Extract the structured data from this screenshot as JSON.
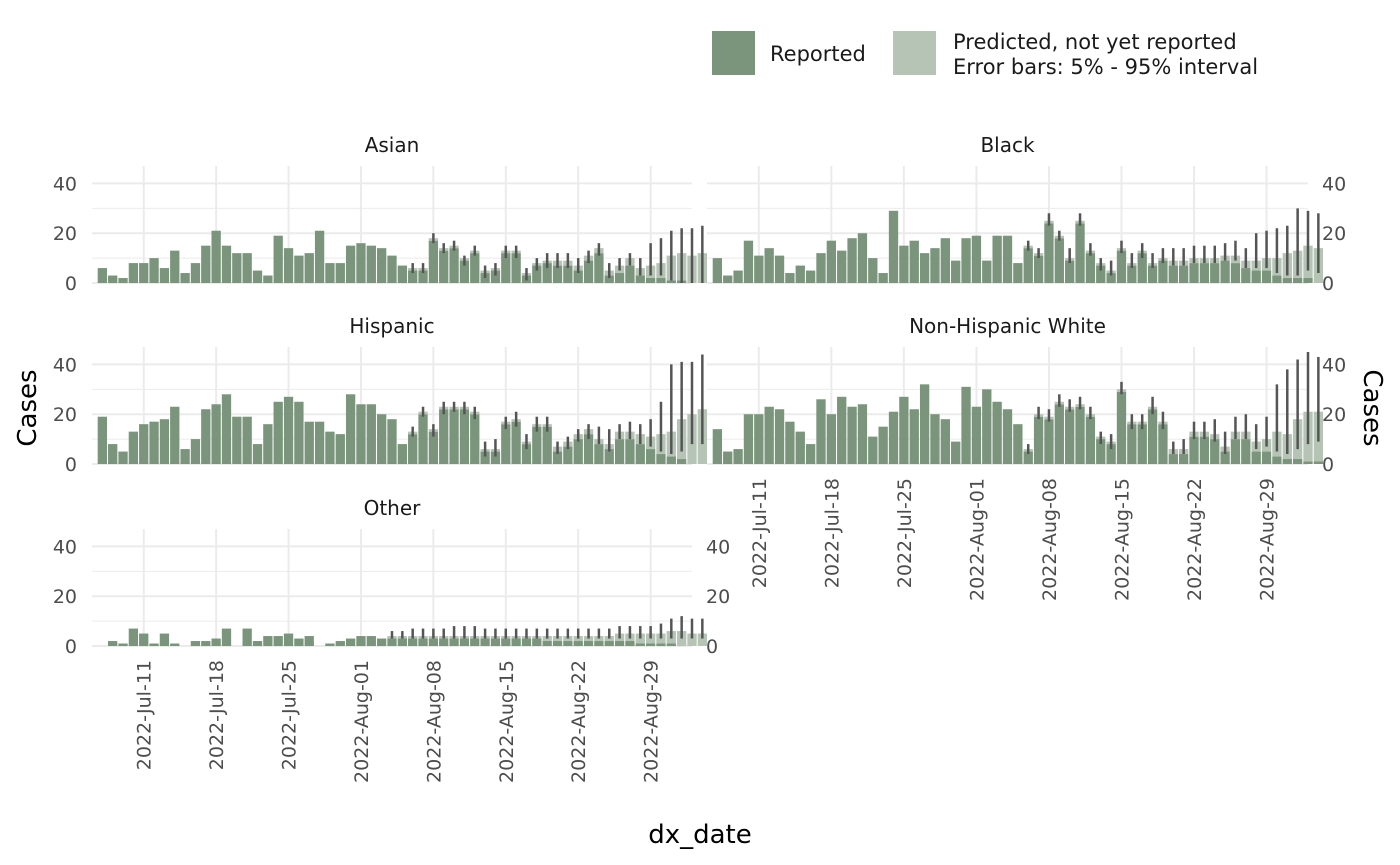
{
  "chart_data": {
    "type": "bar",
    "subtype": "faceted stacked bar with error bars",
    "x_label": "dx_date",
    "y_label": "Cases",
    "x_ticks": [
      "2022-Jul-11",
      "2022-Jul-18",
      "2022-Jul-25",
      "2022-Aug-01",
      "2022-Aug-08",
      "2022-Aug-15",
      "2022-Aug-22",
      "2022-Aug-29"
    ],
    "y_ticks": [
      0,
      20,
      40
    ],
    "ylim": [
      0,
      47
    ],
    "x_range": [
      "2022-Jul-06",
      "2022-Sep-02"
    ],
    "first_date": "2022-Jul-07",
    "legend": {
      "position": "top-right",
      "items": [
        {
          "key": "reported",
          "label": "Reported",
          "color": "#7b957d"
        },
        {
          "key": "predicted",
          "label_lines": [
            "Predicted, not yet reported",
            "Error bars: 5% - 95% interval"
          ],
          "color": "#b6c4b6"
        }
      ]
    },
    "colors": {
      "reported": "#7b957d",
      "predicted": "#b6c4b6",
      "error_bar": "#555555",
      "grid": "#ebebeb"
    },
    "grid": true,
    "panels": [
      {
        "name": "Asian",
        "reported": [
          6,
          3,
          2,
          8,
          8,
          10,
          6,
          13,
          4,
          8,
          15,
          21,
          15,
          12,
          12,
          5,
          3,
          19,
          14,
          11,
          12,
          21,
          8,
          8,
          15,
          16,
          15,
          14,
          11,
          7,
          5,
          5,
          17,
          13,
          14,
          9,
          12,
          4,
          5,
          12,
          12,
          3,
          7,
          8,
          7,
          7,
          5,
          9,
          12,
          3,
          4,
          7,
          3,
          2,
          2,
          1,
          1,
          0,
          0
        ],
        "predicted": [
          0,
          0,
          0,
          0,
          0,
          0,
          0,
          0,
          0,
          0,
          0,
          0,
          0,
          0,
          0,
          0,
          0,
          0,
          0,
          0,
          0,
          0,
          0,
          0,
          0,
          0,
          0,
          0,
          0,
          0,
          1,
          1,
          1,
          1,
          1,
          1,
          1,
          1,
          1,
          1,
          1,
          1,
          1,
          1,
          2,
          2,
          2,
          2,
          2,
          2,
          3,
          3,
          3,
          5,
          6,
          10,
          11,
          11,
          12
        ],
        "err_low": [
          null,
          null,
          null,
          null,
          null,
          null,
          null,
          null,
          null,
          null,
          null,
          null,
          null,
          null,
          null,
          null,
          null,
          null,
          null,
          null,
          null,
          null,
          null,
          null,
          null,
          null,
          null,
          null,
          null,
          null,
          4,
          4,
          16,
          12,
          13,
          7,
          11,
          2,
          3,
          10,
          10,
          1,
          5,
          6,
          6,
          6,
          4,
          8,
          11,
          2,
          5,
          7,
          3,
          3,
          3,
          1,
          0,
          0,
          0
        ],
        "err_high": [
          null,
          null,
          null,
          null,
          null,
          null,
          null,
          null,
          null,
          null,
          null,
          null,
          null,
          null,
          null,
          null,
          null,
          null,
          null,
          null,
          null,
          null,
          null,
          null,
          null,
          null,
          null,
          null,
          null,
          null,
          8,
          8,
          20,
          16,
          17,
          11,
          15,
          7,
          8,
          15,
          15,
          6,
          10,
          12,
          12,
          12,
          10,
          13,
          16,
          8,
          10,
          12,
          10,
          16,
          18,
          21,
          22,
          22,
          23
        ]
      },
      {
        "name": "Black",
        "reported": [
          10,
          3,
          5,
          17,
          11,
          14,
          11,
          4,
          7,
          5,
          12,
          17,
          13,
          18,
          20,
          10,
          4,
          29,
          15,
          17,
          12,
          14,
          18,
          9,
          18,
          19,
          9,
          19,
          19,
          8,
          14,
          11,
          24,
          18,
          9,
          24,
          12,
          7,
          4,
          13,
          7,
          12,
          7,
          9,
          7,
          7,
          8,
          8,
          8,
          9,
          8,
          6,
          5,
          5,
          3,
          2,
          2,
          2,
          0
        ],
        "predicted": [
          0,
          0,
          0,
          0,
          0,
          0,
          0,
          0,
          0,
          0,
          0,
          0,
          0,
          0,
          0,
          0,
          0,
          0,
          0,
          0,
          0,
          0,
          0,
          0,
          0,
          0,
          0,
          0,
          0,
          0,
          1,
          1,
          1,
          1,
          1,
          1,
          1,
          1,
          1,
          1,
          1,
          1,
          1,
          1,
          2,
          2,
          2,
          2,
          2,
          2,
          3,
          3,
          4,
          5,
          7,
          10,
          11,
          13,
          14
        ],
        "err_low": [
          null,
          null,
          null,
          null,
          null,
          null,
          null,
          null,
          null,
          null,
          null,
          null,
          null,
          null,
          null,
          null,
          null,
          null,
          null,
          null,
          null,
          null,
          null,
          null,
          null,
          null,
          null,
          null,
          null,
          null,
          13,
          10,
          23,
          17,
          8,
          23,
          11,
          5,
          3,
          12,
          6,
          10,
          6,
          8,
          7,
          7,
          8,
          8,
          8,
          9,
          9,
          6,
          6,
          6,
          4,
          3,
          3,
          5,
          4
        ],
        "err_high": [
          null,
          null,
          null,
          null,
          null,
          null,
          null,
          null,
          null,
          null,
          null,
          null,
          null,
          null,
          null,
          null,
          null,
          null,
          null,
          null,
          null,
          null,
          null,
          null,
          null,
          null,
          null,
          null,
          null,
          null,
          17,
          14,
          28,
          21,
          14,
          28,
          16,
          10,
          9,
          17,
          12,
          16,
          12,
          14,
          14,
          14,
          15,
          15,
          15,
          16,
          17,
          14,
          20,
          21,
          22,
          23,
          30,
          29,
          28
        ]
      },
      {
        "name": "Hispanic",
        "reported": [
          19,
          8,
          5,
          13,
          16,
          17,
          18,
          23,
          6,
          10,
          22,
          24,
          28,
          19,
          19,
          8,
          16,
          25,
          27,
          25,
          17,
          17,
          13,
          12,
          28,
          24,
          24,
          20,
          18,
          8,
          12,
          20,
          13,
          22,
          22,
          22,
          20,
          5,
          5,
          16,
          17,
          8,
          15,
          15,
          5,
          7,
          10,
          12,
          8,
          6,
          10,
          10,
          8,
          6,
          4,
          3,
          2,
          0,
          0
        ],
        "predicted": [
          0,
          0,
          0,
          0,
          0,
          0,
          0,
          0,
          0,
          0,
          0,
          0,
          0,
          0,
          0,
          0,
          0,
          0,
          0,
          0,
          0,
          0,
          0,
          0,
          0,
          0,
          0,
          0,
          0,
          0,
          1,
          1,
          1,
          1,
          1,
          1,
          1,
          1,
          1,
          1,
          1,
          1,
          1,
          1,
          2,
          2,
          2,
          2,
          2,
          2,
          3,
          3,
          4,
          5,
          8,
          10,
          16,
          20,
          22
        ],
        "err_low": [
          null,
          null,
          null,
          null,
          null,
          null,
          null,
          null,
          null,
          null,
          null,
          null,
          null,
          null,
          null,
          null,
          null,
          null,
          null,
          null,
          null,
          null,
          null,
          null,
          null,
          null,
          null,
          null,
          null,
          null,
          11,
          19,
          11,
          20,
          21,
          20,
          18,
          3,
          3,
          14,
          15,
          6,
          13,
          13,
          4,
          6,
          9,
          10,
          8,
          5,
          10,
          10,
          8,
          7,
          5,
          4,
          5,
          8,
          8
        ],
        "err_high": [
          null,
          null,
          null,
          null,
          null,
          null,
          null,
          null,
          null,
          null,
          null,
          null,
          null,
          null,
          null,
          null,
          null,
          null,
          null,
          null,
          null,
          null,
          null,
          null,
          null,
          null,
          null,
          null,
          null,
          null,
          15,
          23,
          16,
          25,
          25,
          25,
          23,
          9,
          10,
          19,
          21,
          12,
          19,
          19,
          9,
          11,
          14,
          16,
          15,
          14,
          16,
          17,
          16,
          18,
          25,
          40,
          41,
          41,
          44
        ]
      },
      {
        "name": "Non-Hispanic White",
        "reported": [
          14,
          5,
          6,
          20,
          20,
          23,
          22,
          17,
          13,
          8,
          26,
          20,
          27,
          23,
          24,
          11,
          15,
          21,
          27,
          22,
          32,
          20,
          18,
          9,
          31,
          23,
          30,
          25,
          22,
          16,
          5,
          19,
          18,
          24,
          22,
          23,
          19,
          10,
          8,
          29,
          16,
          16,
          22,
          16,
          4,
          4,
          11,
          11,
          10,
          5,
          10,
          10,
          5,
          5,
          3,
          2,
          2,
          1,
          1
        ],
        "predicted": [
          0,
          0,
          0,
          0,
          0,
          0,
          0,
          0,
          0,
          0,
          0,
          0,
          0,
          0,
          0,
          0,
          0,
          0,
          0,
          0,
          0,
          0,
          0,
          0,
          0,
          0,
          0,
          0,
          0,
          0,
          1,
          1,
          1,
          1,
          1,
          1,
          1,
          1,
          1,
          1,
          1,
          1,
          1,
          1,
          2,
          2,
          2,
          2,
          2,
          2,
          3,
          3,
          4,
          5,
          10,
          10,
          16,
          20,
          20
        ],
        "err_low": [
          null,
          null,
          null,
          null,
          null,
          null,
          null,
          null,
          null,
          null,
          null,
          null,
          null,
          null,
          null,
          null,
          null,
          null,
          null,
          null,
          null,
          null,
          null,
          null,
          null,
          null,
          null,
          null,
          null,
          null,
          4,
          18,
          17,
          23,
          21,
          22,
          18,
          8,
          6,
          28,
          14,
          14,
          20,
          14,
          4,
          4,
          10,
          10,
          9,
          4,
          10,
          10,
          6,
          7,
          5,
          4,
          6,
          8,
          9
        ],
        "err_high": [
          null,
          null,
          null,
          null,
          null,
          null,
          null,
          null,
          null,
          null,
          null,
          null,
          null,
          null,
          null,
          null,
          null,
          null,
          null,
          null,
          null,
          null,
          null,
          null,
          null,
          null,
          null,
          null,
          null,
          null,
          8,
          23,
          22,
          28,
          26,
          27,
          23,
          13,
          12,
          33,
          20,
          20,
          27,
          21,
          9,
          10,
          17,
          17,
          18,
          13,
          19,
          20,
          16,
          19,
          32,
          38,
          42,
          45,
          43
        ]
      },
      {
        "name": "Other",
        "reported": [
          0,
          2,
          1,
          7,
          5,
          1,
          5,
          1,
          0,
          2,
          2,
          3,
          7,
          0,
          7,
          2,
          4,
          4,
          5,
          3,
          4,
          0,
          1,
          2,
          3,
          4,
          4,
          3,
          3,
          3,
          3,
          3,
          3,
          3,
          3,
          3,
          3,
          3,
          3,
          3,
          3,
          3,
          3,
          2,
          2,
          2,
          2,
          2,
          2,
          2,
          2,
          2,
          1,
          1,
          1,
          1,
          0,
          0,
          0
        ],
        "predicted": [
          0,
          0,
          0,
          0,
          0,
          0,
          0,
          0,
          0,
          0,
          0,
          0,
          0,
          0,
          0,
          0,
          0,
          0,
          0,
          0,
          0,
          0,
          0,
          0,
          0,
          0,
          0,
          0,
          1,
          1,
          1,
          1,
          1,
          1,
          1,
          1,
          1,
          1,
          1,
          1,
          1,
          1,
          1,
          2,
          2,
          2,
          2,
          2,
          2,
          2,
          3,
          3,
          4,
          4,
          4,
          5,
          6,
          5,
          5
        ],
        "err_low": [
          null,
          null,
          null,
          null,
          null,
          null,
          null,
          null,
          null,
          null,
          null,
          null,
          null,
          null,
          null,
          null,
          null,
          null,
          null,
          null,
          null,
          null,
          null,
          null,
          null,
          null,
          null,
          null,
          3,
          3,
          3,
          3,
          3,
          3,
          3,
          3,
          3,
          3,
          3,
          3,
          3,
          3,
          3,
          3,
          3,
          3,
          3,
          3,
          3,
          3,
          3,
          3,
          3,
          3,
          3,
          3,
          3,
          3,
          3
        ],
        "err_high": [
          null,
          null,
          null,
          null,
          null,
          null,
          null,
          null,
          null,
          null,
          null,
          null,
          null,
          null,
          null,
          null,
          null,
          null,
          null,
          null,
          null,
          null,
          null,
          null,
          null,
          null,
          null,
          null,
          6,
          6,
          7,
          7,
          7,
          7,
          8,
          8,
          8,
          7,
          7,
          7,
          7,
          7,
          7,
          7,
          7,
          7,
          7,
          7,
          7,
          7,
          8,
          8,
          8,
          8,
          9,
          11,
          12,
          11,
          11
        ]
      }
    ]
  }
}
